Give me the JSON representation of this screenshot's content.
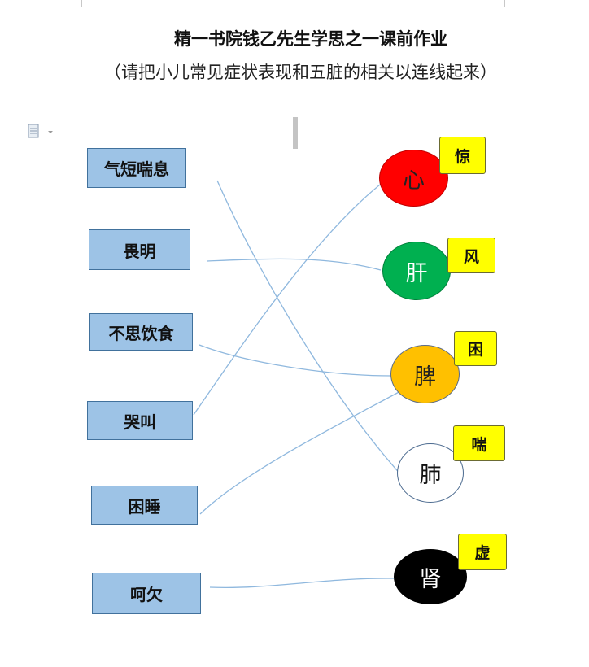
{
  "title": "精一书院钱乙先生学思之一课前作业",
  "instruction": "（请把小儿常见症状表现和五脏的相关以连线起来）",
  "colors": {
    "symptom_fill": "#9dc3e6",
    "tag_fill": "#ffff00",
    "line": "#8fb8de"
  },
  "symptoms": [
    {
      "label": "气短喘息"
    },
    {
      "label": "畏明"
    },
    {
      "label": "不思饮食"
    },
    {
      "label": "哭叫"
    },
    {
      "label": "困睡"
    },
    {
      "label": "呵欠"
    }
  ],
  "organs": [
    {
      "label": "心",
      "color": "#ff0000",
      "text_color": "#222222",
      "tag": "惊"
    },
    {
      "label": "肝",
      "color": "#00b050",
      "text_color": "#ffffff",
      "tag": "风"
    },
    {
      "label": "脾",
      "color": "#ffc000",
      "text_color": "#222222",
      "tag": "困"
    },
    {
      "label": "肺",
      "color": "#ffffff",
      "text_color": "#111111",
      "tag": "喘"
    },
    {
      "label": "肾",
      "color": "#000000",
      "text_color": "#ffffff",
      "tag": "虚"
    }
  ],
  "connections": [
    {
      "symptom": "气短喘息",
      "organ": "肺"
    },
    {
      "symptom": "畏明",
      "organ": "肝"
    },
    {
      "symptom": "不思饮食",
      "organ": "脾"
    },
    {
      "symptom": "哭叫",
      "organ": "心"
    },
    {
      "symptom": "困睡",
      "organ": "脾"
    },
    {
      "symptom": "呵欠",
      "organ": "肾"
    }
  ]
}
